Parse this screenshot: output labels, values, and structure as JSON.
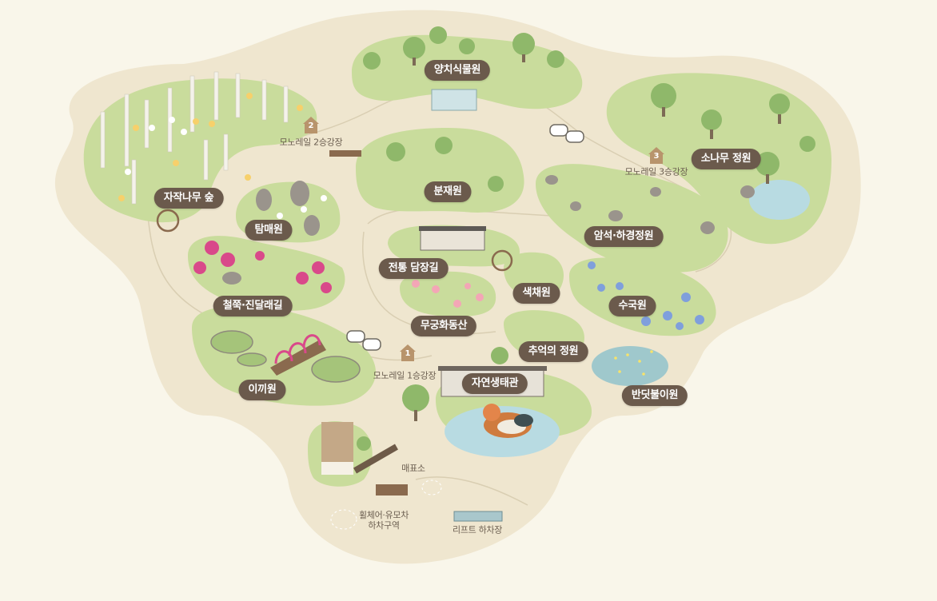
{
  "colors": {
    "background": "#f9f6ea",
    "ground": "#efe6cf",
    "grass": "#c9dc9c",
    "grass_dark": "#a9c878",
    "label_bg": "#6b5a4c",
    "label_text": "#ffffff",
    "water": "#b8dbe2",
    "path": "#f6efdc"
  },
  "gardens": [
    {
      "label": "양치식물원"
    },
    {
      "label": "소나무 정원"
    },
    {
      "label": "자작나무 숲"
    },
    {
      "label": "탐매원"
    },
    {
      "label": "분재원"
    },
    {
      "label": "암석·하경정원"
    },
    {
      "label": "전통 담장길"
    },
    {
      "label": "색채원"
    },
    {
      "label": "철쭉·진달래길"
    },
    {
      "label": "수국원"
    },
    {
      "label": "무궁화동산"
    },
    {
      "label": "추억의 정원"
    },
    {
      "label": "이끼원"
    },
    {
      "label": "자연생태관"
    },
    {
      "label": "반딧불이원"
    }
  ],
  "monorail_stations": [
    {
      "number": "1",
      "label": "모노레일 1승강장"
    },
    {
      "number": "2",
      "label": "모노레일 2승강장"
    },
    {
      "number": "3",
      "label": "모노레일 3승강장"
    }
  ],
  "facilities": {
    "ticket_office": "매표소",
    "wheelchair_line1": "휠체어·유모차",
    "wheelchair_line2": "하차구역",
    "lift": "리프트 하차장"
  }
}
